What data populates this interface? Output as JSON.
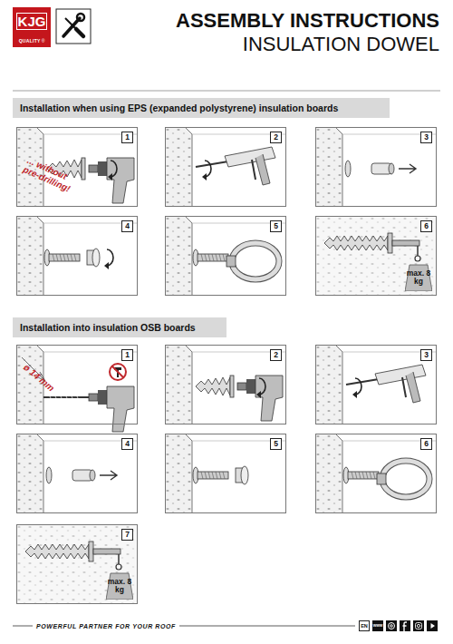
{
  "diagram": {
    "title": "ASSEMBLY INSTRUCTIONS",
    "nodes": [
      {
        "text": [
          "KJG",
          "QUALITY",
          "®"
        ]
      },
      {
        "text": [
          "Installation when using EPS (expanded polystyrene) insulation boards"
        ]
      },
      {
        "text": [
          "1",
          "... without pre-drilling!"
        ]
      },
      {
        "text": [
          "2"
        ]
      },
      {
        "text": [
          "3"
        ]
      },
      {
        "text": [
          "4"
        ]
      },
      {
        "text": [
          "5"
        ]
      },
      {
        "text": [
          "6"
        ]
      },
      {
        "text": [
          "max. 8 kg"
        ],
        "in": 7
      },
      {
        "text": [
          "Installation into insulation OSB boards"
        ]
      },
      {
        "text": [
          "1",
          "ø 14 mm"
        ]
      },
      {
        "text": [
          "2"
        ]
      },
      {
        "text": [
          "3"
        ]
      },
      {
        "text": [
          "4"
        ]
      },
      {
        "text": [
          "5"
        ]
      },
      {
        "text": [
          "6"
        ]
      },
      {
        "text": [
          "7"
        ]
      },
      {
        "text": [
          "max. 8 kg"
        ],
        "in": 16
      }
    ],
    "labels": [
      "INSULATION DOWEL",
      "POWERFUL PARTNER FOR YOUR ROOF",
      "EN",
      "www"
    ]
  }
}
